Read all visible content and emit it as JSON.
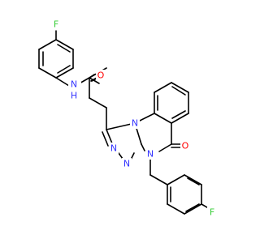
{
  "molecule": {
    "atoms": {
      "f_top": {
        "text": "F",
        "color": "#33cc33"
      },
      "n_amide": {
        "text": "N",
        "color": "#3333ff"
      },
      "h_amide": {
        "text": "H",
        "color": "#3333ff"
      },
      "o_amide": {
        "text": "O",
        "color": "#ff0000"
      },
      "n_triazole_1": {
        "text": "N",
        "color": "#3333ff"
      },
      "n_triazole_2": {
        "text": "N",
        "color": "#3333ff"
      },
      "n_ring_a": {
        "text": "N",
        "color": "#3333ff"
      },
      "n_ring_b": {
        "text": "N",
        "color": "#3333ff"
      },
      "o_ketone": {
        "text": "O",
        "color": "#ff0000"
      },
      "f_bottom": {
        "text": "F",
        "color": "#33cc33"
      }
    }
  }
}
